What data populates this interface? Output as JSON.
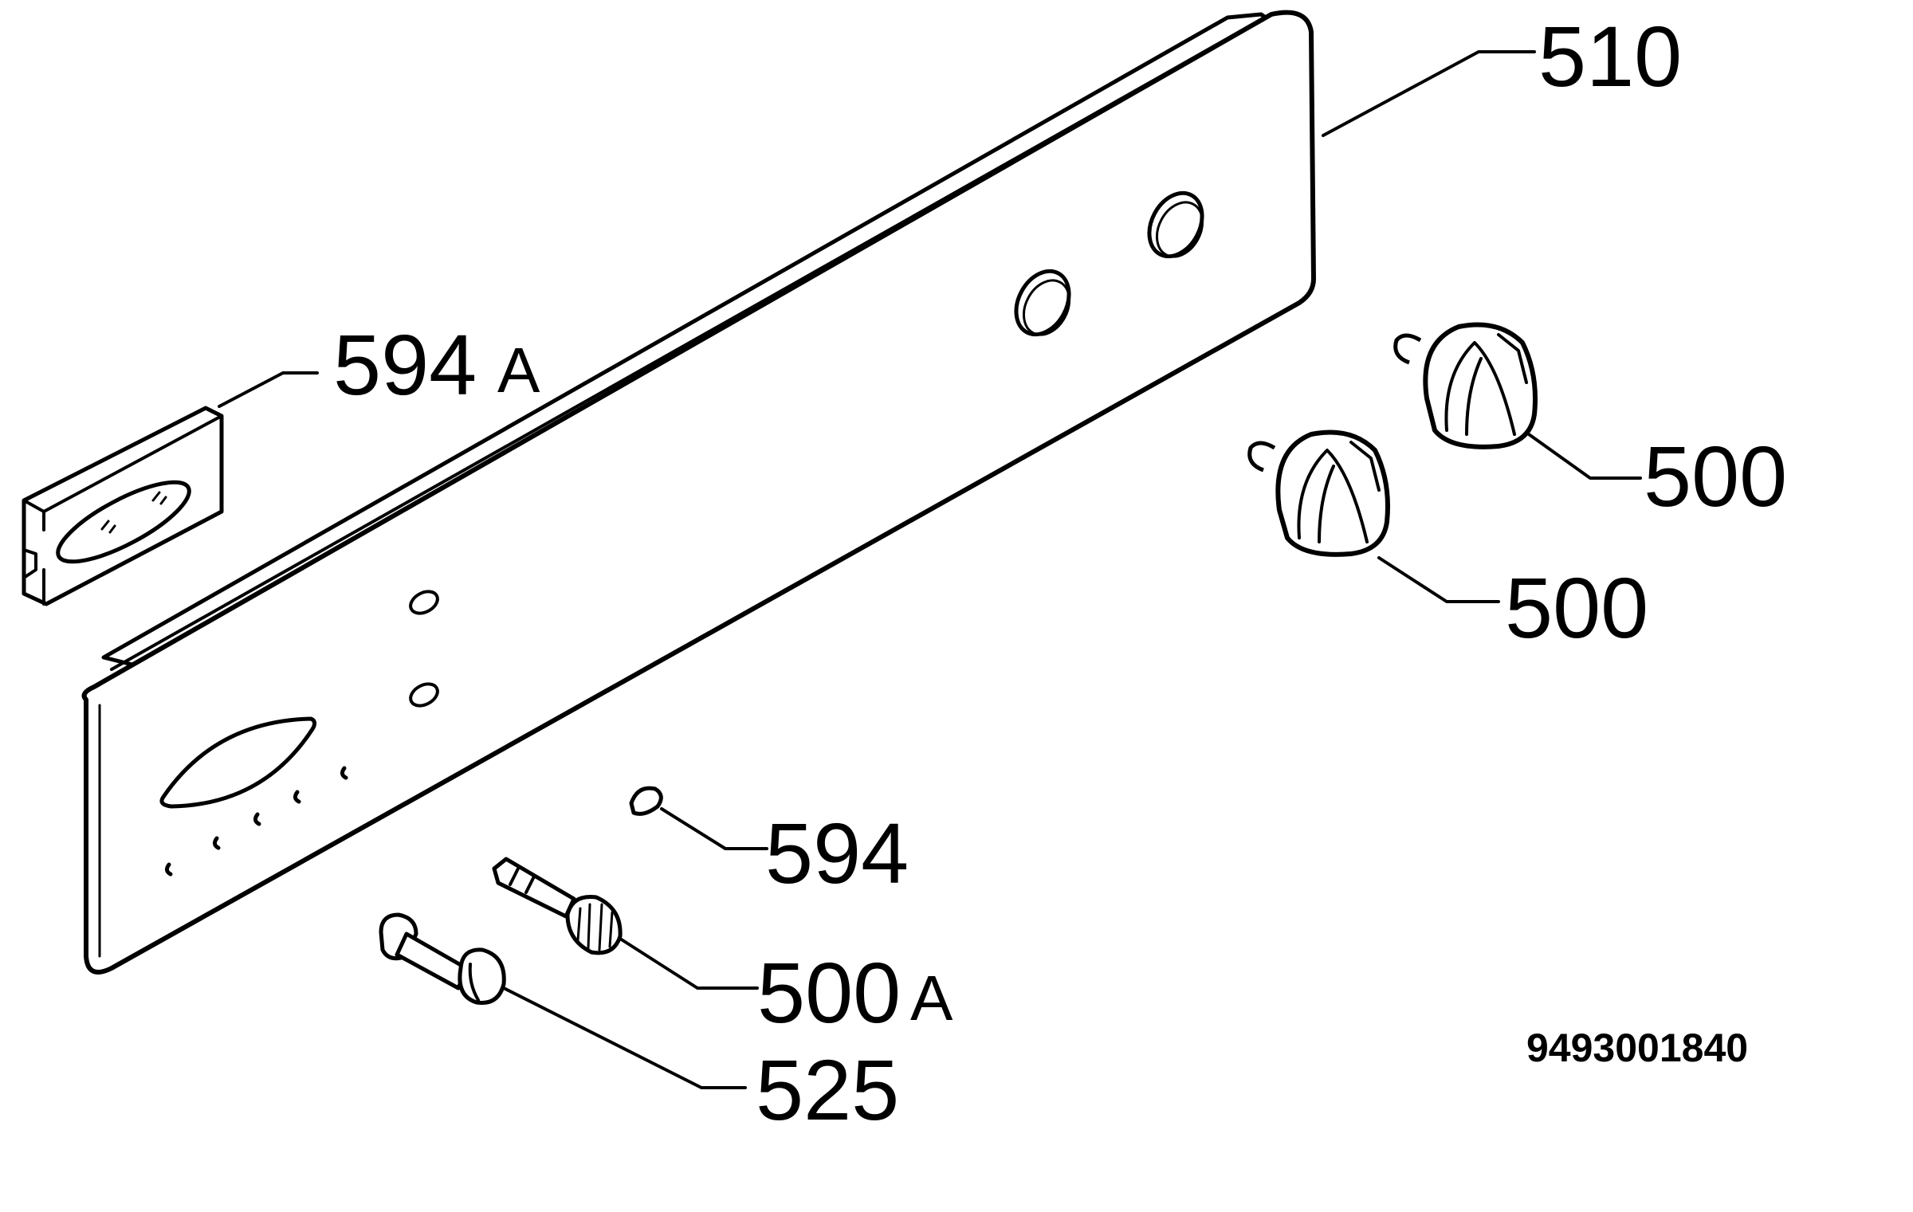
{
  "diagram": {
    "reference_number": "9493001840",
    "labels": {
      "panel": "510",
      "badge": "594",
      "badge_suffix": "A",
      "knob_upper": "500",
      "knob_lower": "500",
      "indicator": "594",
      "small_knob": "500",
      "small_knob_suffix": "A",
      "push_button": "525"
    }
  }
}
